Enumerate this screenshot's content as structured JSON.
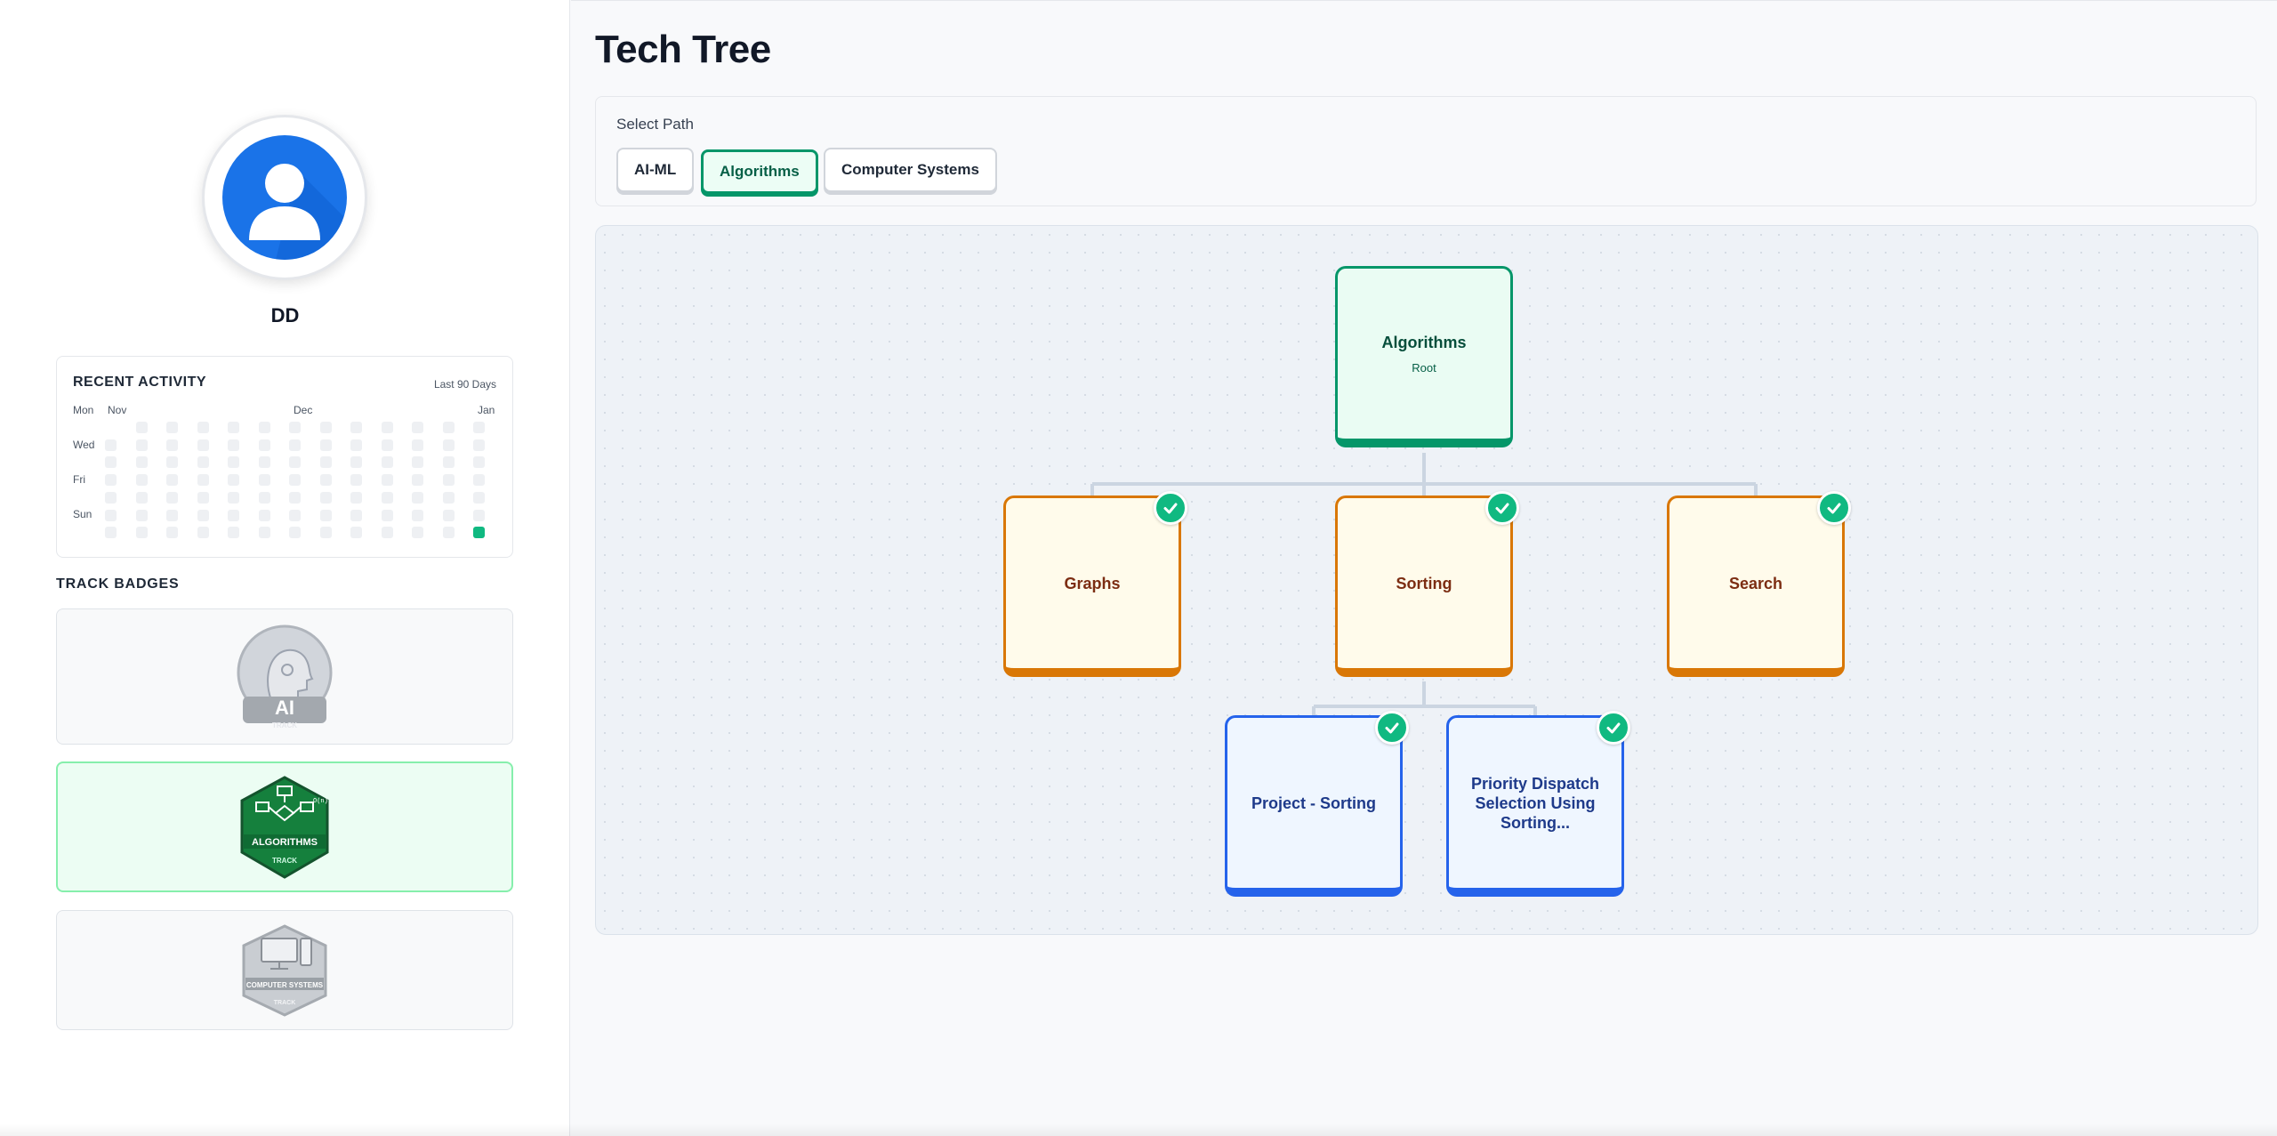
{
  "user": {
    "initials": "DD"
  },
  "activity": {
    "title": "RECENT ACTIVITY",
    "range": "Last 90 Days",
    "months": [
      "Nov",
      "Dec",
      "Jan"
    ],
    "day_labels": [
      "Mon",
      "Wed",
      "Fri",
      "Sun"
    ],
    "active_cells": 1
  },
  "badges": {
    "title": "TRACK BADGES",
    "items": [
      {
        "name": "AI-ML",
        "label": "AI",
        "sub": "TRACK",
        "active": false
      },
      {
        "name": "Algorithms",
        "label": "ALGORITHMS",
        "sub": "TRACK",
        "active": true
      },
      {
        "name": "Computer Systems",
        "label": "COMPUTER SYSTEMS",
        "sub": "TRACK",
        "active": false
      }
    ]
  },
  "page": {
    "title": "Tech Tree"
  },
  "path_selector": {
    "label": "Select Path",
    "options": [
      "AI-ML",
      "Algorithms",
      "Computer Systems"
    ],
    "selected": "Algorithms"
  },
  "tree": {
    "root": {
      "title": "Algorithms",
      "subtitle": "Root"
    },
    "level1": [
      {
        "title": "Graphs",
        "completed": true
      },
      {
        "title": "Sorting",
        "completed": true
      },
      {
        "title": "Search",
        "completed": true
      }
    ],
    "level2": [
      {
        "title": "Project - Sorting",
        "completed": true
      },
      {
        "title": "Priority Dispatch Selection Using Sorting...",
        "completed": true
      }
    ]
  },
  "colors": {
    "accent_green": "#10b981",
    "root_border": "#059669",
    "mid_border": "#d97706",
    "leaf_border": "#2563eb"
  }
}
